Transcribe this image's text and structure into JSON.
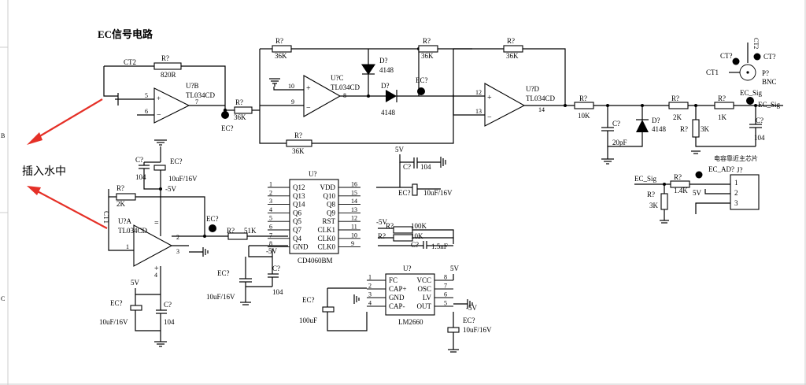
{
  "title": "EC信号电路",
  "annotation": {
    "text": "插入水中",
    "color": "#e53027"
  },
  "colors": {
    "wire": "#000000",
    "background": "#ffffff",
    "border": "#cccccc"
  },
  "frame": {
    "left_marks": [
      "B",
      "C"
    ]
  },
  "labels": {
    "ct2": "CT2",
    "ct1": "CT1",
    "ctq": "CT?",
    "ct2v": "CT2",
    "r820_ref": "R?",
    "r820_val": "820R",
    "u7b_ref": "U?B",
    "u7b_part": "TL034CD",
    "u7b_p5": "5",
    "u7b_p6": "6",
    "u7b_p7": "7",
    "r36a_ref": "R?",
    "r36a_val": "36K",
    "ec1": "EC?",
    "r36b_ref": "R?",
    "r36b_val": "36K",
    "r36c_ref": "R?",
    "r36c_val": "36K",
    "r36d_ref": "R?",
    "r36d_val": "36K",
    "r36e_ref": "R?",
    "r36e_val": "36K",
    "u7c_ref": "U?C",
    "u7c_part": "TL034CD",
    "u7c_p10": "10",
    "u7c_p9": "9",
    "u7c_p8": "8",
    "d1_ref": "D?",
    "d1_val": "4148",
    "d2_ref": "D?",
    "d2_val": "4148",
    "ec2": "EC?",
    "u7d_ref": "U?D",
    "u7d_part": "TL034CD",
    "u7d_p12": "12",
    "u7d_p13": "13",
    "u7d_p14": "14",
    "r10k_ref": "R?",
    "r10k_val": "10K",
    "c20p_ref": "C?",
    "c20p_val": "20pF",
    "d3_ref": "D?",
    "d3_val": "4148",
    "r2k_ref": "R?",
    "r2k_val": "2K",
    "r3k_ref": "R?",
    "r3k_val": "3K",
    "r1k_ref": "R?",
    "r1k_val": "1K",
    "c104r_ref": "C?",
    "c104r_val": "104",
    "ecsig": "EC_Sig",
    "ecsig2": "EC_Sig",
    "ecsig3": "EC_Sig",
    "p_ref": "P?",
    "p_val": "BNC",
    "note": "电容靠近主芯片",
    "ecad": "EC_AD?",
    "j_ref": "J?",
    "j1": "1",
    "j2": "2",
    "j3": "3",
    "r14k_ref": "R?",
    "r14k_val": "1.4K",
    "r3kb_ref": "R?",
    "r3kb_val": "3K",
    "j5v": "5V",
    "c104a_ref": "C?",
    "c104a_val": "104",
    "eca_ref": "EC?",
    "eca_val": "10uF/16V",
    "m5a": "-5V",
    "r2ka_ref": "R?",
    "r2ka_val": "2K",
    "u7a_ref": "U?A",
    "u7a_part": "TL034CD",
    "u7a_p1": "1",
    "u7a_p2": "2",
    "u7a_p3": "3",
    "u7a_p4": "4",
    "ec3": "EC?",
    "r51k_ref": "R?",
    "r51k_val": "51K",
    "v5a": "5V",
    "ecb_ref": "EC?",
    "ecb_val": "10uF/16V",
    "c104b_ref": "C?",
    "c104b_val": "104",
    "m5b": "-5V",
    "ecc_ref": "EC?",
    "ecc_val": "10uF/16V",
    "c104c_ref": "C?",
    "c104c_val": "104",
    "u4060_ref": "U?",
    "u4060_part": "CD4060BM",
    "u4060_left": [
      "Q12",
      "Q13",
      "Q14",
      "Q6",
      "Q5",
      "Q7",
      "Q4",
      "GND"
    ],
    "u4060_lpins": [
      "1",
      "2",
      "3",
      "4",
      "5",
      "6",
      "7",
      "8"
    ],
    "u4060_right": [
      "VDD",
      "Q10",
      "Q8",
      "Q9",
      "RST",
      "CLK1",
      "CLK0",
      "CLK0"
    ],
    "u4060_rpins": [
      "16",
      "15",
      "14",
      "13",
      "12",
      "11",
      "10",
      "9"
    ],
    "v5b": "5V",
    "c104d_ref": "C?",
    "c104d_val": "104",
    "ecd_ref": "EC?",
    "ecd_val": "10uF/16V",
    "m5c": "-5V",
    "r100k_ref": "R?",
    "r100k_val": "100K",
    "r10kb_ref": "R?",
    "r10kb_val": "10K",
    "c15_ref": "C?",
    "c15_val": "1.5nF",
    "ulm_ref": "U?",
    "ulm_part": "LM2660",
    "ulm_left": [
      "FC",
      "CAP+",
      "GND",
      "CAP-"
    ],
    "ulm_lpins": [
      "1",
      "2",
      "3",
      "4"
    ],
    "ulm_right": [
      "VCC",
      "OSC",
      "LV",
      "OUT"
    ],
    "ulm_rpins": [
      "8",
      "7",
      "6",
      "5"
    ],
    "v5c": "5V",
    "m5d": "-5V",
    "ece_ref": "EC?",
    "ece_val": "100uF",
    "ecf_ref": "EC?",
    "ecf_val": "10uF/16V"
  }
}
